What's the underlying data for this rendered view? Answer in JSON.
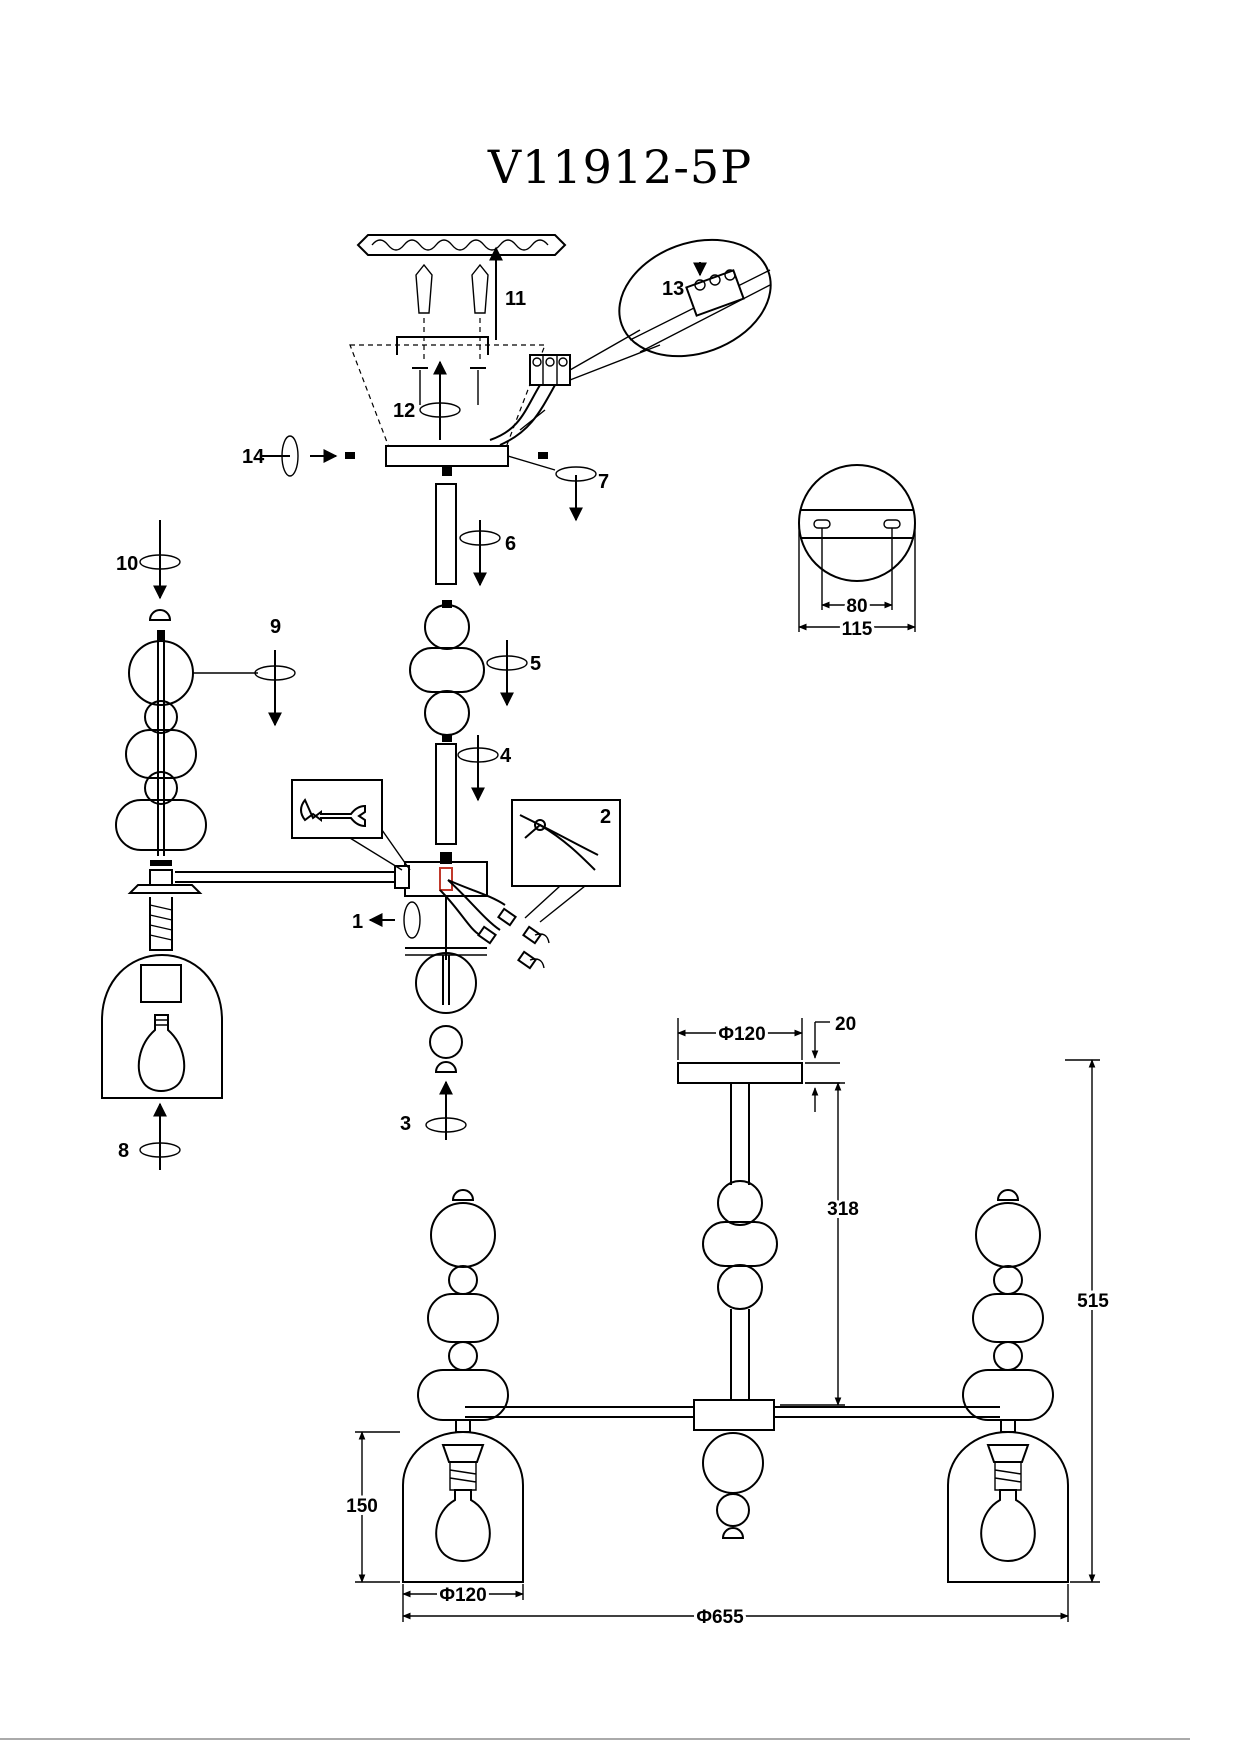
{
  "title": "V11912-5P",
  "steps": {
    "s1": "1",
    "s2": "2",
    "s3": "3",
    "s4": "4",
    "s5": "5",
    "s6": "6",
    "s7": "7",
    "s8": "8",
    "s9": "9",
    "s10": "10",
    "s11": "11",
    "s12": "12",
    "s13": "13",
    "s14": "14"
  },
  "mount_plate": {
    "hole_spacing": "80",
    "diameter": "115"
  },
  "dimensions": {
    "canopy_diameter": "Φ120",
    "canopy_height": "20",
    "drop_height": "318",
    "total_height": "515",
    "shade_height": "150",
    "shade_diameter": "Φ120",
    "overall_diameter": "Φ655"
  },
  "icons": [
    "wrench-icon",
    "pliers-icon",
    "rotate-icon",
    "arrow-icon",
    "bulb-icon",
    "wire-connector-icon"
  ]
}
